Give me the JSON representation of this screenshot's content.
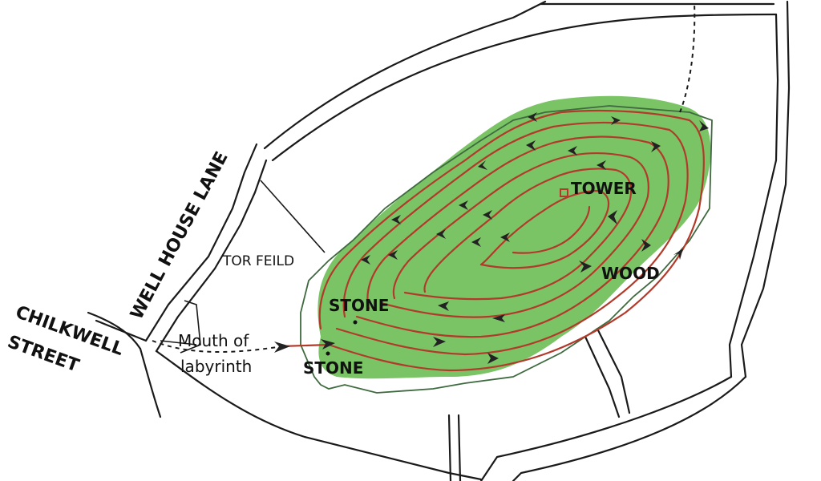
{
  "labels": {
    "street_1": "CHILKWELL",
    "street_2": "STREET",
    "lane": "WELL HOUSE LANE",
    "field": "TOR FEILD",
    "mouth_1": "Mouth of",
    "mouth_2": "labyrinth",
    "stone_upper": "STONE",
    "stone_lower": "STONE",
    "tower": "TOWER",
    "wood": "WOOD"
  },
  "colors": {
    "hill": "#7ac466",
    "path": "#b33a2a",
    "roads": "#1a1a1a",
    "boundary": "#3f6a3f"
  },
  "icons": {
    "tower": "square-marker",
    "stone": "dot-marker",
    "direction": "arrowhead"
  }
}
